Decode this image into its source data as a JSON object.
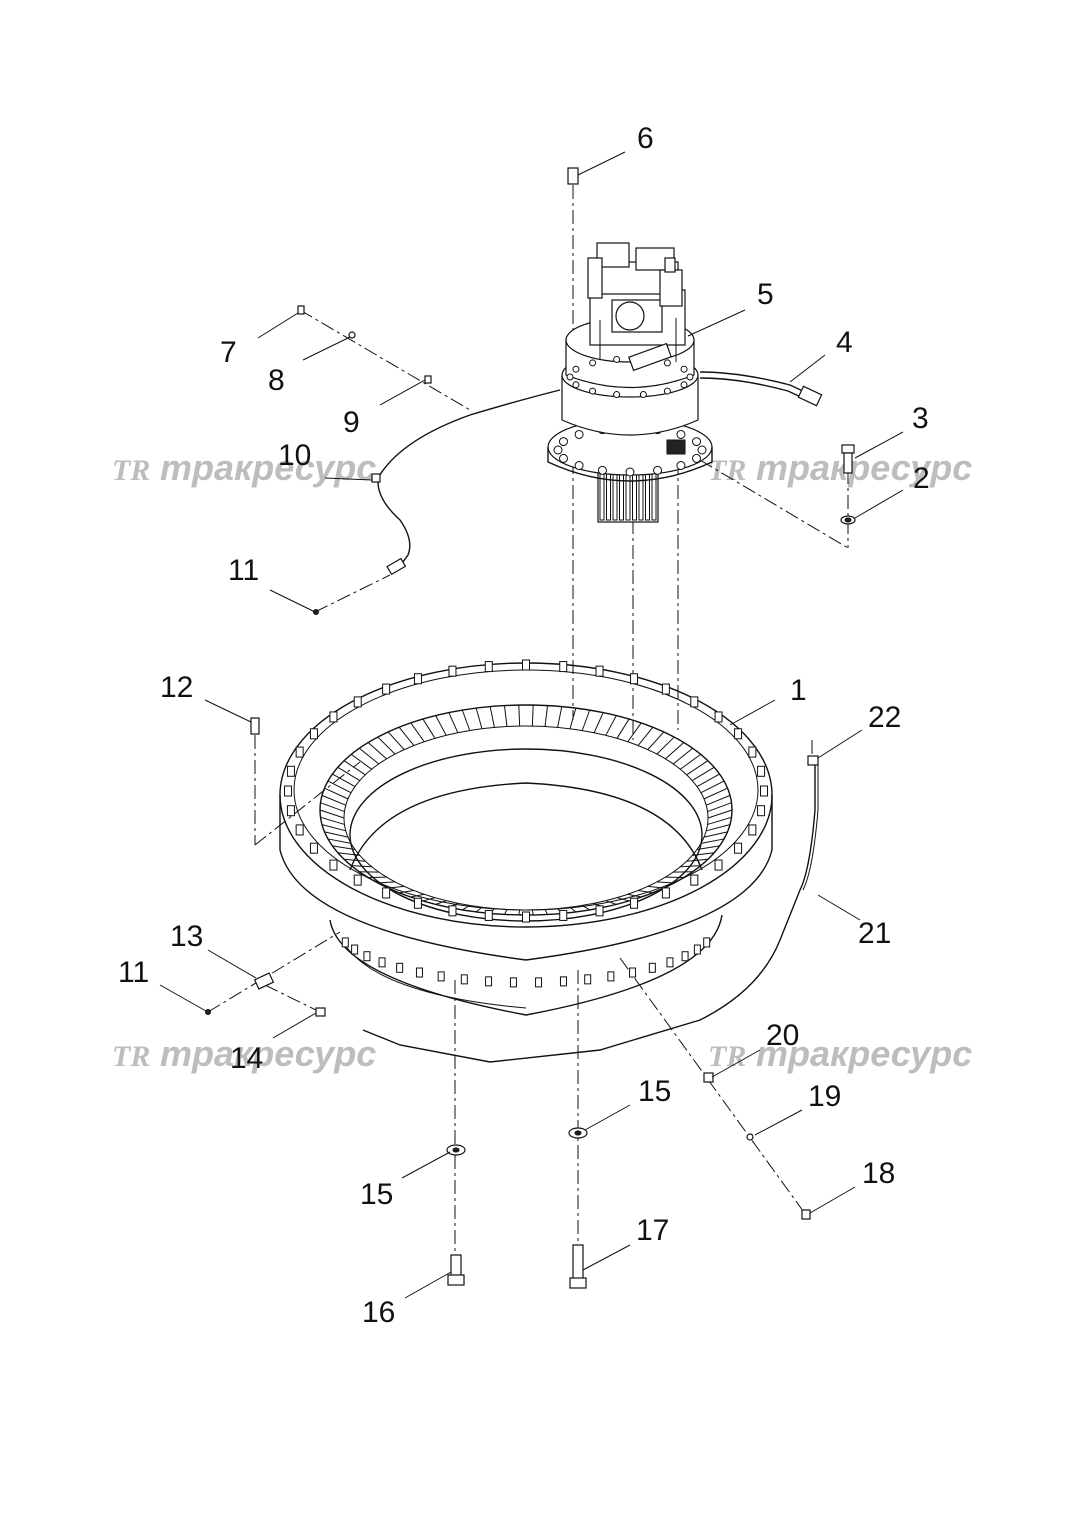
{
  "watermark": {
    "logo": "TR",
    "text": "тракресурс"
  },
  "callouts": {
    "c1": "1",
    "c2": "2",
    "c3": "3",
    "c4": "4",
    "c5": "5",
    "c6": "6",
    "c7": "7",
    "c8": "8",
    "c9": "9",
    "c10": "10",
    "c11a": "11",
    "c11b": "11",
    "c12": "12",
    "c13": "13",
    "c14": "14",
    "c15a": "15",
    "c15b": "15",
    "c16": "16",
    "c17": "17",
    "c18": "18",
    "c19": "19",
    "c20": "20",
    "c21": "21",
    "c22": "22"
  },
  "colors": {
    "line": "#111111",
    "watermark": "#bdbdbd",
    "background": "#ffffff"
  }
}
